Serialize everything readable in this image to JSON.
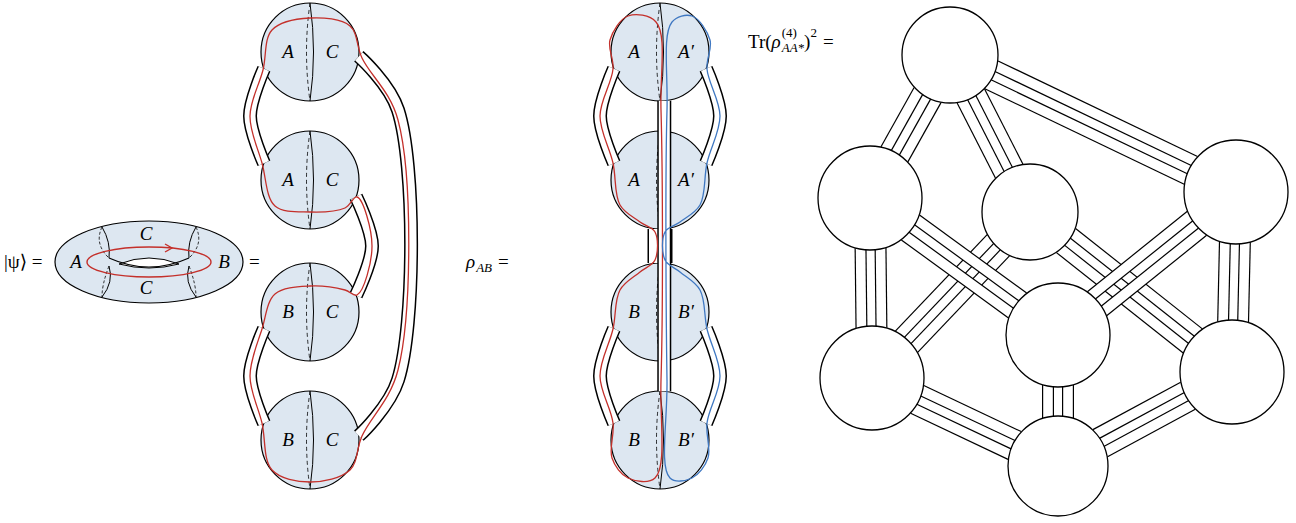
{
  "diagram": {
    "nodes": [
      {
        "text": [
          "C",
          "A",
          "B",
          "C"
        ]
      },
      {
        "text": [
          "A",
          "C"
        ]
      },
      {
        "text": [
          "A",
          "C"
        ]
      },
      {
        "text": [
          "B",
          "C"
        ]
      },
      {
        "text": [
          "B",
          "C"
        ]
      },
      {
        "text": [
          "A",
          "A′"
        ]
      },
      {
        "text": [
          "A",
          "A′"
        ]
      },
      {
        "text": [
          "B",
          "B′"
        ]
      },
      {
        "text": [
          "B",
          "B′"
        ]
      }
    ],
    "edges": [
      {
        "from": 1,
        "to": 2,
        "arrow": "none"
      },
      {
        "from": 2,
        "to": 3,
        "arrow": "none"
      },
      {
        "from": 3,
        "to": 4,
        "arrow": "none"
      },
      {
        "from": 1,
        "to": 4,
        "arrow": "none"
      },
      {
        "from": 5,
        "to": 6,
        "arrow": "none"
      },
      {
        "from": 5,
        "to": 6,
        "arrow": "none"
      },
      {
        "from": 6,
        "to": 7,
        "arrow": "none"
      },
      {
        "from": 5,
        "to": 8,
        "arrow": "none"
      },
      {
        "from": 7,
        "to": 8,
        "arrow": "none"
      },
      {
        "from": 7,
        "to": 8,
        "arrow": "none"
      }
    ],
    "labels": [
      "|ψ⟩ =",
      "=",
      "ρ",
      "AB",
      "=",
      "Tr",
      "(",
      "ρ",
      "(4)",
      "AA*",
      ")",
      "2",
      "="
    ]
  }
}
